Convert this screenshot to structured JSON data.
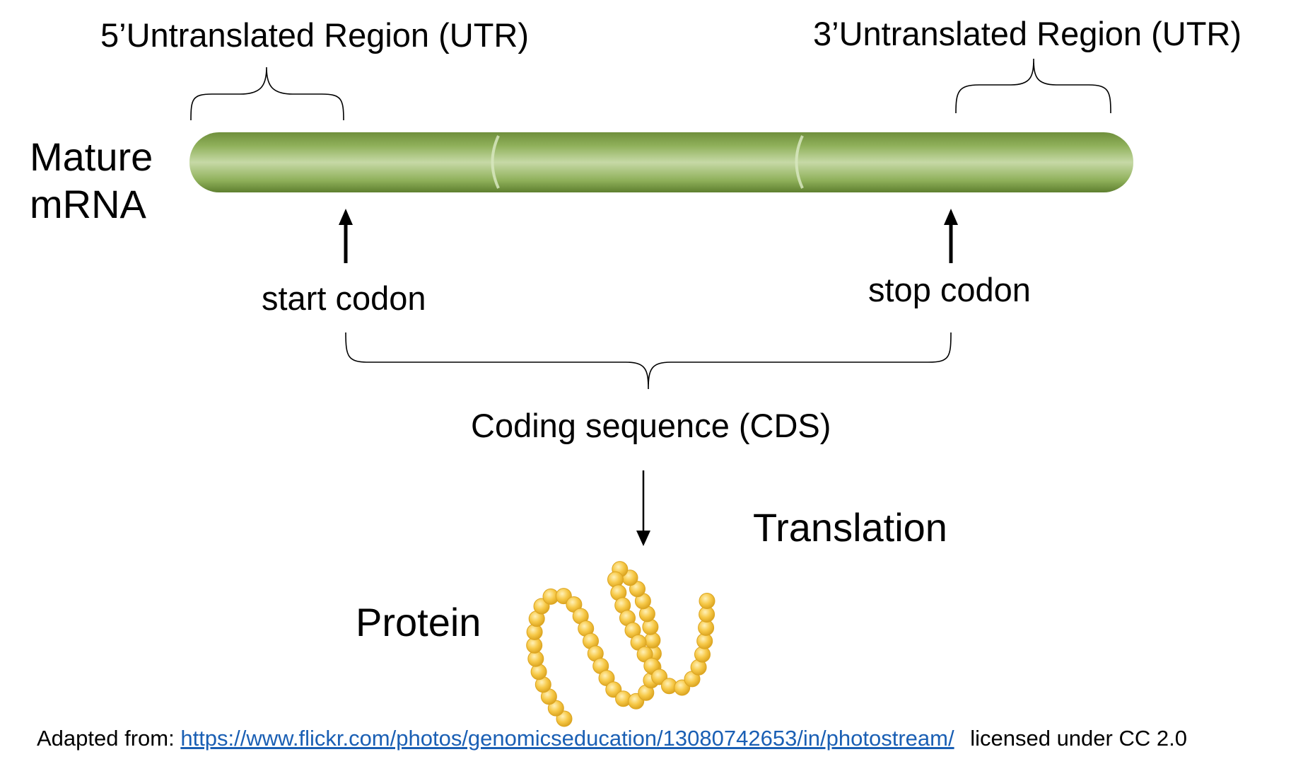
{
  "labels": {
    "utr5": "5’Untranslated Region (UTR)",
    "utr3": "3’Untranslated Region (UTR)",
    "mrna_line1": "Mature",
    "mrna_line2": "mRNA",
    "start_codon": "start codon",
    "stop_codon": "stop codon",
    "cds": "Coding sequence (CDS)",
    "translation": "Translation",
    "protein": "Protein"
  },
  "attribution": {
    "prefix": "Adapted from:",
    "link_text": "https://www.flickr.com/photos/genomicseducation/13080742653/in/photostream/",
    "suffix": "licensed under CC 2.0"
  },
  "colors": {
    "mrna_light": "#c6d9a6",
    "mrna_mid": "#8fb05a",
    "mrna_dark": "#5e7f2f",
    "protein_bead": "#f7c948",
    "protein_bead_edge": "#dca521",
    "link": "#1a5fb4"
  }
}
